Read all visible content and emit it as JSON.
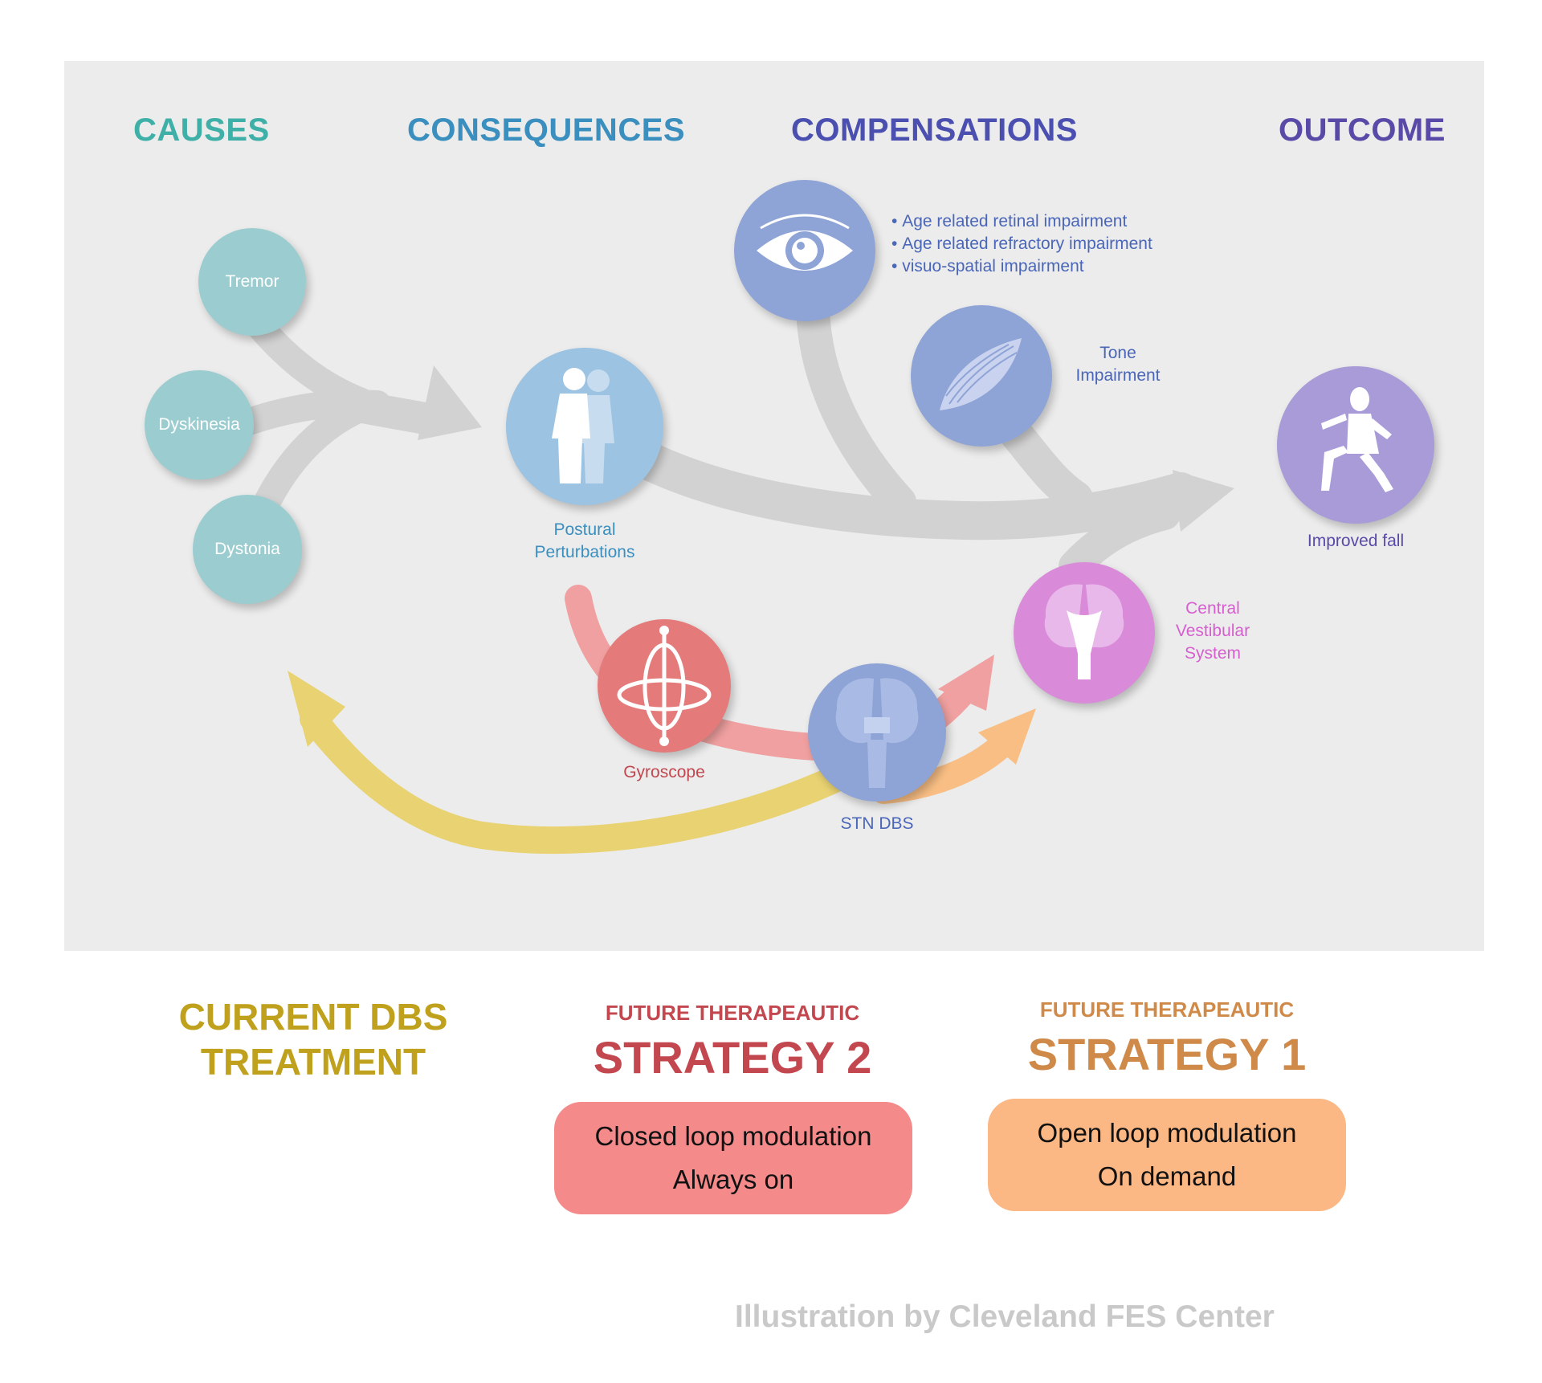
{
  "columns": {
    "causes": "CAUSES",
    "consequences": "CONSEQUENCES",
    "compensations": "COMPENSATIONS",
    "outcome": "OUTCOME"
  },
  "causes": {
    "tremor": "Tremor",
    "dyskinesia": "Dyskinesia",
    "dystonia": "Dystonia"
  },
  "consequence": {
    "line1": "Postural",
    "line2": "Perturbations"
  },
  "compensations": {
    "vision_bullets": [
      "Age related retinal impairment",
      "Age related refractory impairment",
      "visuo-spatial impairment"
    ],
    "tone_line1": "Tone",
    "tone_line2": "Impairment",
    "cvs_line1": "Central",
    "cvs_line2": "Vestibular",
    "cvs_line3": "System"
  },
  "devices": {
    "gyroscope": "Gyroscope",
    "stn_dbs": "STN DBS"
  },
  "outcome": {
    "label": "Improved fall"
  },
  "bottom": {
    "current_line1": "CURRENT DBS",
    "current_line2": "TREATMENT",
    "s2_kicker": "FUTURE THERAPEAUTIC",
    "s2_title": "STRATEGY 2",
    "s2_line1": "Closed loop modulation",
    "s2_line2": "Always on",
    "s1_kicker": "FUTURE THERAPEAUTIC",
    "s1_title": "STRATEGY 1",
    "s1_line1": "Open loop modulation",
    "s1_line2": "On demand"
  },
  "credit": "Illustration by Cleveland FES Center",
  "colors": {
    "causes": "#3fb0a8",
    "consequences": "#3a8fbf",
    "compensations": "#4a4fb0",
    "outcome": "#5a4aa8",
    "teal_circle": "#9bcdd0",
    "blue_circle": "#9cc3e2",
    "periwinkle_circle": "#8ea3d6",
    "purple_circle": "#a99bd8",
    "pink_circle": "#d98ad8",
    "red_circle": "#e47a7a",
    "grey_arrow": "#d2d2d2",
    "yellow_arrow": "#e8d272",
    "salmon_arrow": "#f0a0a0",
    "orange_arrow": "#f8be84",
    "current_dbs": "#bfa11d",
    "strategy2": "#c2474f",
    "strategy1": "#cf8a4a",
    "box2": "#f58a8a",
    "box1": "#fbb784"
  },
  "icons": [
    "eye-icon",
    "muscle-icon",
    "standing-figures-icon",
    "gyroscope-icon",
    "brain-icon",
    "falling-person-icon"
  ]
}
